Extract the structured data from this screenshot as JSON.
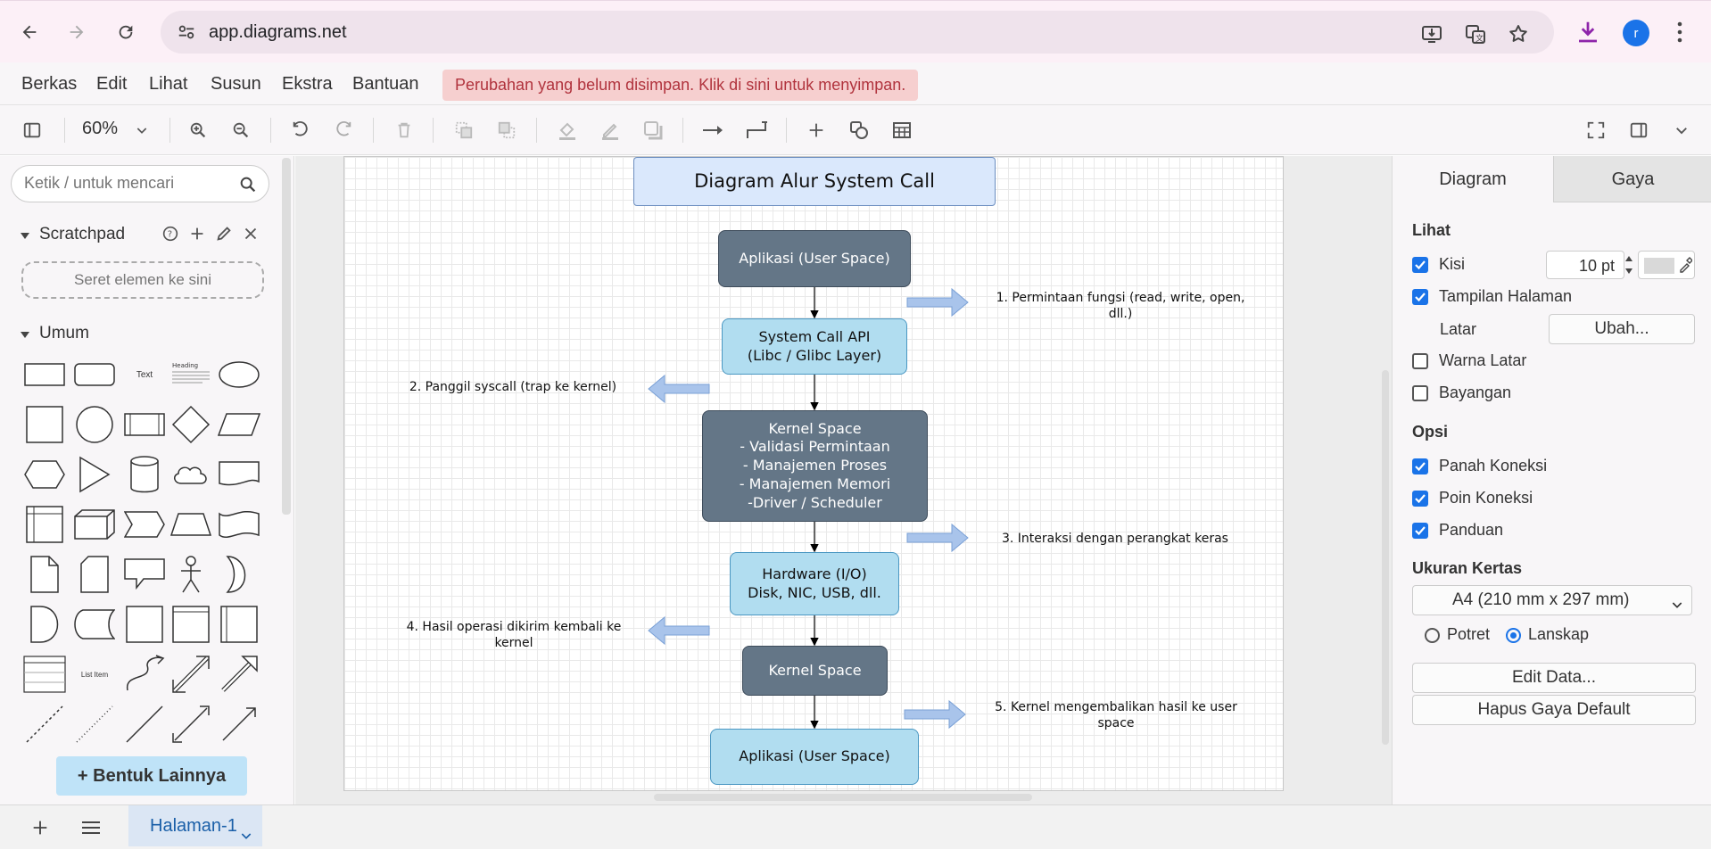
{
  "browser": {
    "url": "app.diagrams.net",
    "avatar_letter": "r"
  },
  "menu": {
    "items": [
      "Berkas",
      "Edit",
      "Lihat",
      "Susun",
      "Ekstra",
      "Bantuan"
    ],
    "unsaved_notice": "Perubahan yang belum disimpan. Klik di sini untuk menyimpan."
  },
  "toolbar": {
    "zoom": "60%"
  },
  "left_panel": {
    "search_placeholder": "Ketik / untuk mencari",
    "scratchpad_title": "Scratchpad",
    "scratchpad_drop": "Seret elemen ke sini",
    "general_title": "Umum",
    "shape_text_label": "Text",
    "shape_heading_label": "Heading",
    "shape_list_label": "List Item",
    "more_shapes": "+ Bentuk Lainnya"
  },
  "diagram": {
    "title": "Diagram Alur System Call",
    "nodes": {
      "app_top": "Aplikasi (User Space)",
      "syscall_api": "System Call API\n(Libc / Glibc Layer)",
      "kernel_space": "Kernel Space\n- Validasi Permintaan\n- Manajemen Proses\n- Manajemen Memori\n-Driver / Scheduler",
      "hardware": "Hardware (I/O)\nDisk, NIC, USB, dll.",
      "kernel_return": "Kernel Space",
      "app_bottom": "Aplikasi (User Space)"
    },
    "notes": {
      "step1": "1. Permintaan fungsi (read, write, open, dll.)",
      "step2": "2. Panggil syscall (trap ke kernel)",
      "step3": "3. Interaksi dengan perangkat keras",
      "step4": "4. Hasil operasi dikirim kembali ke kernel",
      "step5": "5. Kernel mengembalikan hasil ke user space"
    }
  },
  "right_panel": {
    "tab_diagram": "Diagram",
    "tab_style": "Gaya",
    "view_heading": "Lihat",
    "grid_label": "Kisi",
    "grid_checked": true,
    "grid_size": "10 pt",
    "page_view_label": "Tampilan Halaman",
    "page_view_checked": true,
    "background_label": "Latar",
    "change_button": "Ubah...",
    "bg_color_label": "Warna Latar",
    "bg_color_checked": false,
    "shadow_label": "Bayangan",
    "shadow_checked": false,
    "options_heading": "Opsi",
    "connection_arrows": "Panah Koneksi",
    "connection_points": "Poin Koneksi",
    "guides": "Panduan",
    "paper_size_heading": "Ukuran Kertas",
    "paper_size": "A4 (210 mm x 297 mm)",
    "portrait": "Potret",
    "landscape": "Lanskap",
    "orientation": "Lanskap",
    "edit_data": "Edit Data...",
    "clear_default_style": "Hapus Gaya Default"
  },
  "bottom": {
    "page_tab": "Halaman-1"
  },
  "colors": {
    "accent": "#1a73e8",
    "node_dark": "#647687",
    "node_light": "#b1ddf0",
    "title_fill": "#dae8fc",
    "arrow_fill": "#a9c4eb",
    "unsaved_bg": "#f6cfcf",
    "unsaved_text": "#b1343e"
  }
}
